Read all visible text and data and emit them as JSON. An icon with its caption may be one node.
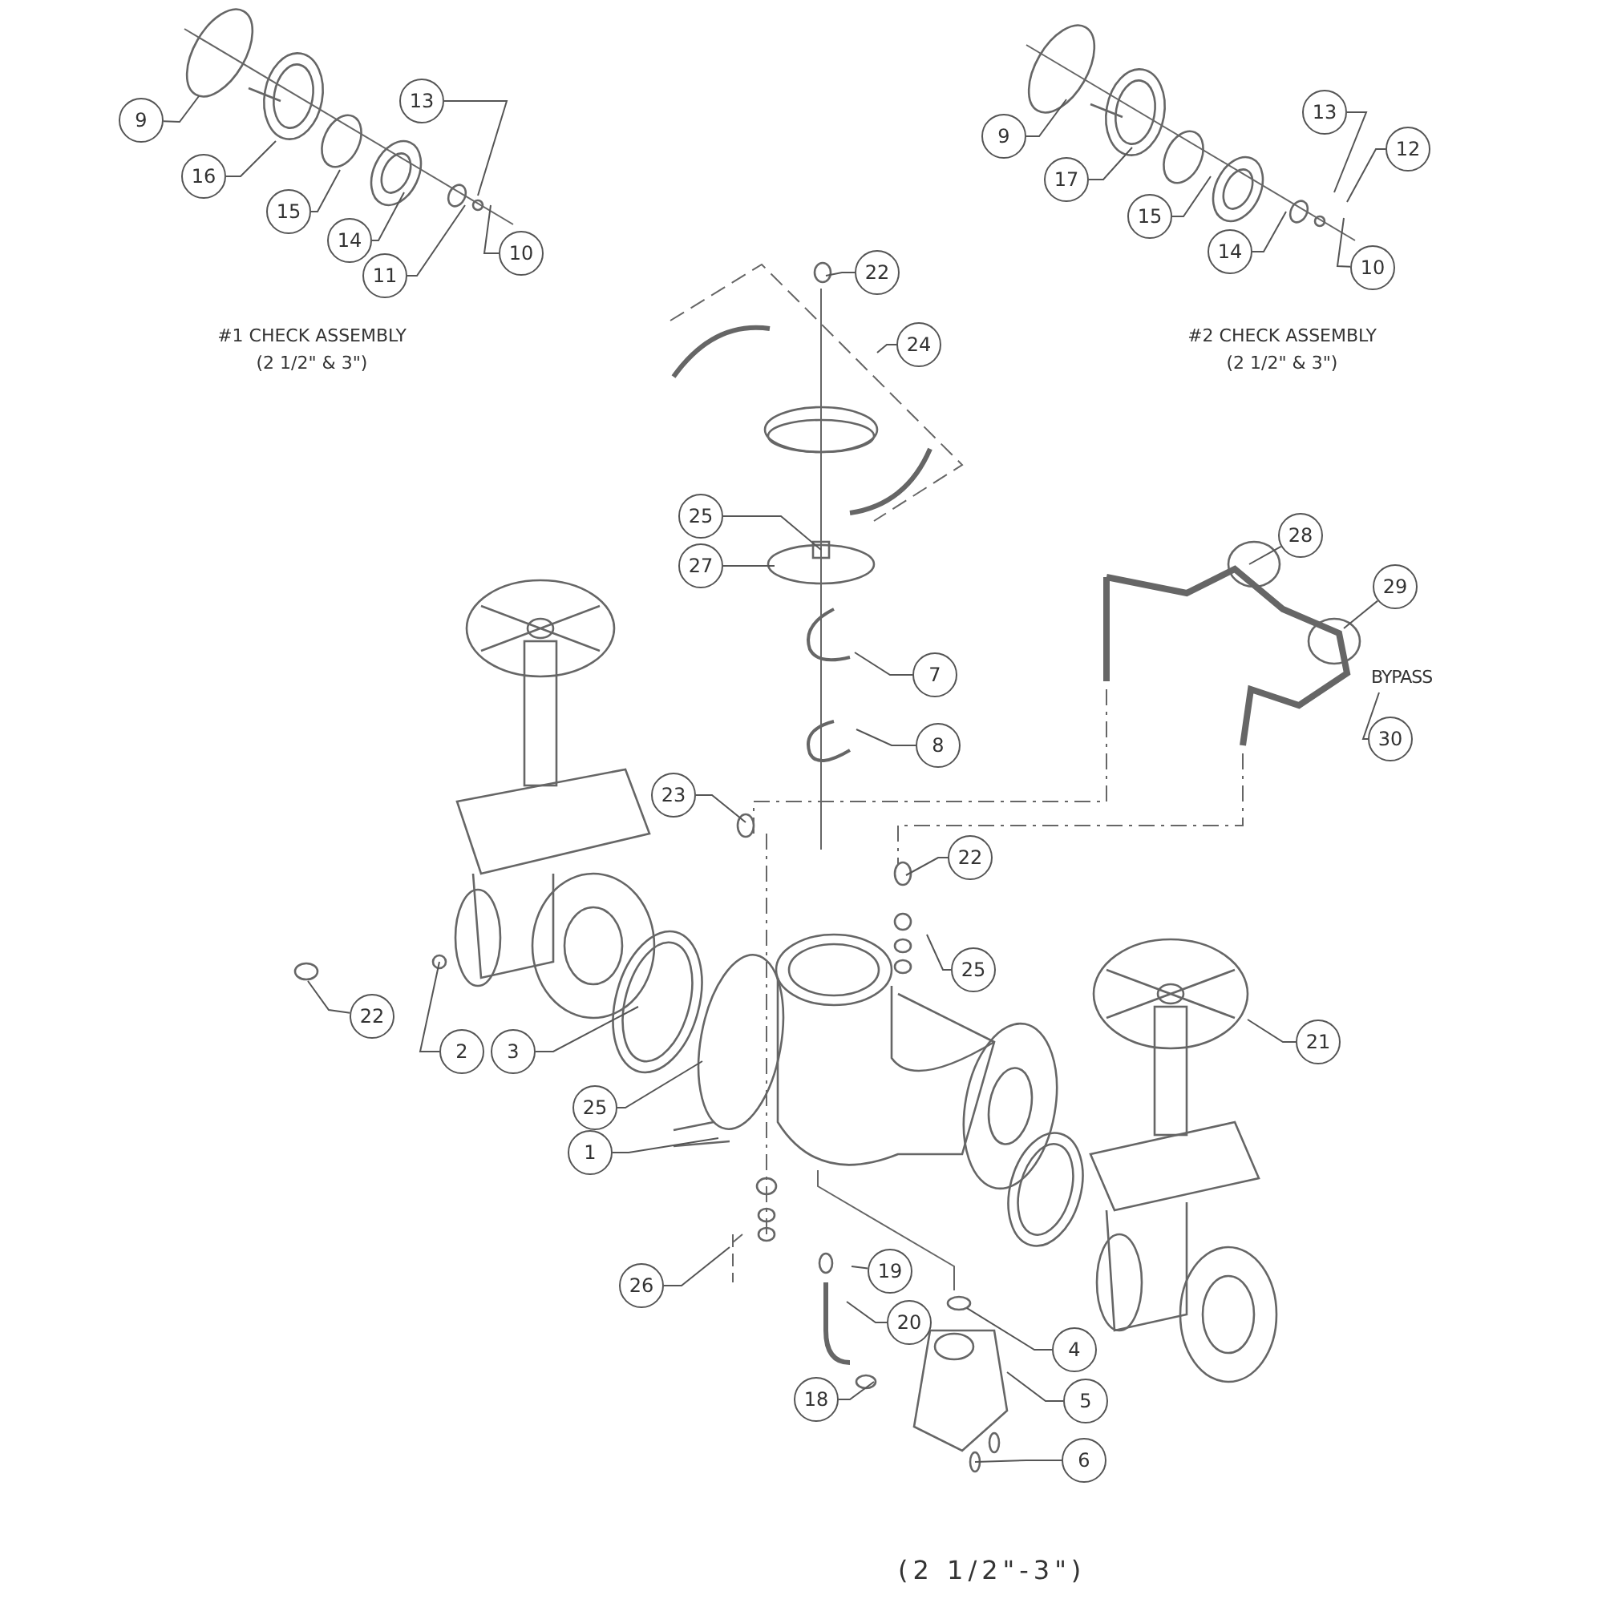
{
  "diagram": {
    "caption": "(2 1/2\"-3\")",
    "nodes": [
      {
        "text": [
          "9"
        ]
      },
      {
        "text": [
          "13"
        ]
      },
      {
        "text": [
          "16"
        ]
      },
      {
        "text": [
          "15"
        ]
      },
      {
        "text": [
          "14"
        ]
      },
      {
        "text": [
          "10"
        ]
      },
      {
        "text": [
          "11"
        ]
      },
      {
        "text": [
          "9"
        ]
      },
      {
        "text": [
          "13"
        ]
      },
      {
        "text": [
          "12"
        ]
      },
      {
        "text": [
          "17"
        ]
      },
      {
        "text": [
          "15"
        ]
      },
      {
        "text": [
          "14"
        ]
      },
      {
        "text": [
          "10"
        ]
      },
      {
        "text": [
          "22"
        ]
      },
      {
        "text": [
          "24"
        ]
      },
      {
        "text": [
          "25"
        ]
      },
      {
        "text": [
          "28"
        ]
      },
      {
        "text": [
          "27"
        ]
      },
      {
        "text": [
          "29"
        ]
      },
      {
        "text": [
          "7"
        ]
      },
      {
        "text": [
          "BYPASS"
        ]
      },
      {
        "text": [
          "30"
        ]
      },
      {
        "text": [
          "8"
        ]
      },
      {
        "text": [
          "23"
        ]
      },
      {
        "text": [
          "22"
        ]
      },
      {
        "text": [
          "25"
        ]
      },
      {
        "text": [
          "22"
        ]
      },
      {
        "text": [
          "21"
        ]
      },
      {
        "text": [
          "2"
        ]
      },
      {
        "text": [
          "3"
        ]
      },
      {
        "text": [
          "25"
        ]
      },
      {
        "text": [
          "1"
        ]
      },
      {
        "text": [
          "19"
        ]
      },
      {
        "text": [
          "26"
        ]
      },
      {
        "text": [
          "20"
        ]
      },
      {
        "text": [
          "4"
        ]
      },
      {
        "text": [
          "18"
        ]
      },
      {
        "text": [
          "5"
        ]
      },
      {
        "text": [
          "6"
        ]
      },
      {
        "text": [],
        "shape": "circle"
      }
    ],
    "edges": [
      {
        "from": 0,
        "to": null,
        "arrow": "none"
      },
      {
        "from": 1,
        "to": null,
        "arrow": "none"
      },
      {
        "from": 2,
        "to": null,
        "arrow": "none"
      },
      {
        "from": 3,
        "to": null,
        "arrow": "none"
      },
      {
        "from": 4,
        "to": null,
        "arrow": "none"
      },
      {
        "from": 5,
        "to": null,
        "arrow": "none"
      },
      {
        "from": 6,
        "to": null,
        "arrow": "none"
      },
      {
        "from": 7,
        "to": null,
        "arrow": "none"
      },
      {
        "from": 8,
        "to": null,
        "arrow": "none"
      },
      {
        "from": 9,
        "to": null,
        "arrow": "none"
      },
      {
        "from": 10,
        "to": null,
        "arrow": "none"
      },
      {
        "from": 11,
        "to": null,
        "arrow": "none"
      },
      {
        "from": 12,
        "to": null,
        "arrow": "none"
      },
      {
        "from": 13,
        "to": null,
        "arrow": "none"
      },
      {
        "from": 14,
        "to": null,
        "arrow": "none"
      },
      {
        "from": 15,
        "to": null,
        "arrow": "none"
      },
      {
        "from": 16,
        "to": null,
        "arrow": "none"
      },
      {
        "from": 17,
        "to": null,
        "arrow": "none"
      },
      {
        "from": 18,
        "to": null,
        "arrow": "none"
      },
      {
        "from": 19,
        "to": null,
        "arrow": "none"
      },
      {
        "from": 20,
        "to": null,
        "arrow": "none"
      },
      {
        "from": 22,
        "to": 21,
        "arrow": "none"
      },
      {
        "from": 23,
        "to": null,
        "arrow": "none"
      },
      {
        "from": 24,
        "to": null,
        "arrow": "none"
      },
      {
        "from": 25,
        "to": null,
        "arrow": "none"
      },
      {
        "from": 26,
        "to": null,
        "arrow": "none"
      },
      {
        "from": 27,
        "to": null,
        "arrow": "none"
      },
      {
        "from": 28,
        "to": null,
        "arrow": "none"
      },
      {
        "from": 29,
        "to": null,
        "arrow": "none"
      },
      {
        "from": 30,
        "to": null,
        "arrow": "none"
      },
      {
        "from": 31,
        "to": null,
        "arrow": "none"
      },
      {
        "from": 32,
        "to": null,
        "arrow": "none"
      },
      {
        "from": 33,
        "to": null,
        "arrow": "none"
      },
      {
        "from": 34,
        "to": null,
        "arrow": "none"
      },
      {
        "from": 35,
        "to": null,
        "arrow": "none"
      },
      {
        "from": 36,
        "to": 40,
        "arrow": "none"
      },
      {
        "from": 37,
        "to": null,
        "arrow": "none"
      },
      {
        "from": 38,
        "to": null,
        "arrow": "none"
      },
      {
        "from": 39,
        "to": null,
        "arrow": "none"
      }
    ],
    "labels": [
      "#1 CHECK ASSEMBLY (2 1/2\" & 3\")",
      "#2 CHECK ASSEMBLY (2 1/2\" & 3\")"
    ]
  }
}
